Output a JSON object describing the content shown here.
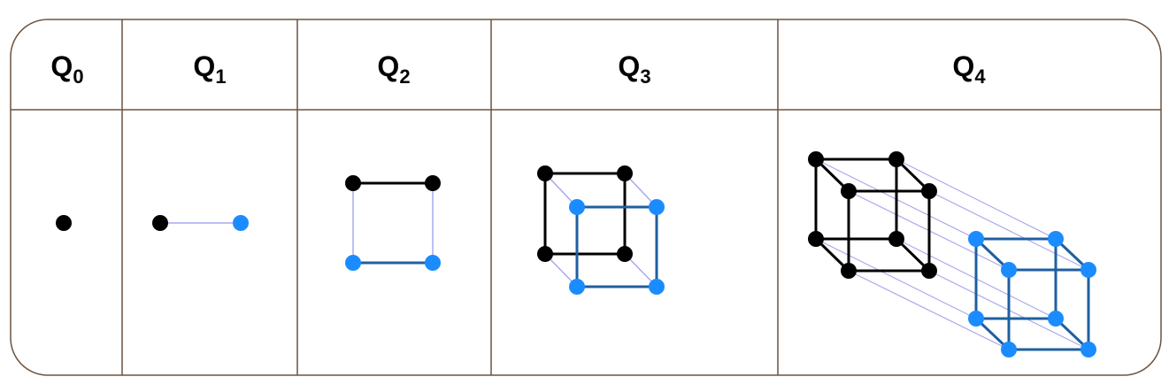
{
  "colors": {
    "border": "#6b5340",
    "black_vertex": "#000000",
    "blue_vertex": "#1a8cff",
    "black_edge": "#000000",
    "blue_edge": "#1f5fa0",
    "connector": "#a8a8f0"
  },
  "columns": [
    {
      "letter": "Q",
      "subscript": "0"
    },
    {
      "letter": "Q",
      "subscript": "1"
    },
    {
      "letter": "Q",
      "subscript": "2"
    },
    {
      "letter": "Q",
      "subscript": "3"
    },
    {
      "letter": "Q",
      "subscript": "4"
    }
  ]
}
